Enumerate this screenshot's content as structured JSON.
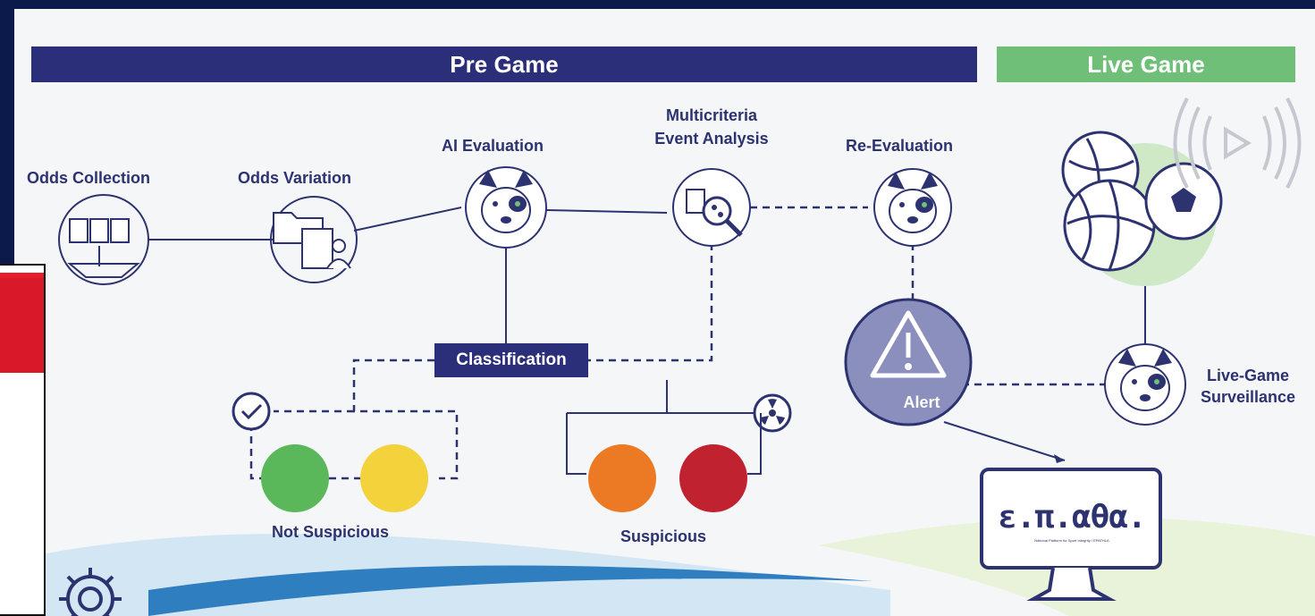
{
  "phases": {
    "pre_game": "Pre Game",
    "live_game": "Live Game"
  },
  "steps": {
    "odds_collection": "Odds Collection",
    "odds_variation": "Odds Variation",
    "ai_evaluation": "AI Evaluation",
    "multicriteria_line1": "Multicriteria",
    "multicriteria_line2": "Event Analysis",
    "re_evaluation": "Re-Evaluation",
    "classification": "Classification",
    "not_suspicious": "Not Suspicious",
    "suspicious": "Suspicious",
    "alert": "Alert",
    "live_surveillance_line1": "Live-Game",
    "live_surveillance_line2": "Surveillance"
  },
  "platform": {
    "logo": "ε.π.αθ",
    "logo_end": "α.",
    "subtitle": "National Platform for Sport Integrity / EPATHLA"
  },
  "colors": {
    "navy": "#2b2f7a",
    "green": "#6fbf78",
    "circle_green": "#5bb85a",
    "circle_yellow": "#f3d23c",
    "circle_orange": "#ec7a25",
    "circle_red": "#c0232f",
    "alert_fill": "#8b8fbe"
  },
  "icons": [
    "documents-icon",
    "folder-user-icon",
    "bulldog-icon",
    "magnifier-icon",
    "sports-balls-icon",
    "broadcast-icon",
    "check-icon",
    "radiation-icon",
    "warning-icon",
    "monitor-icon",
    "gear-icon"
  ]
}
